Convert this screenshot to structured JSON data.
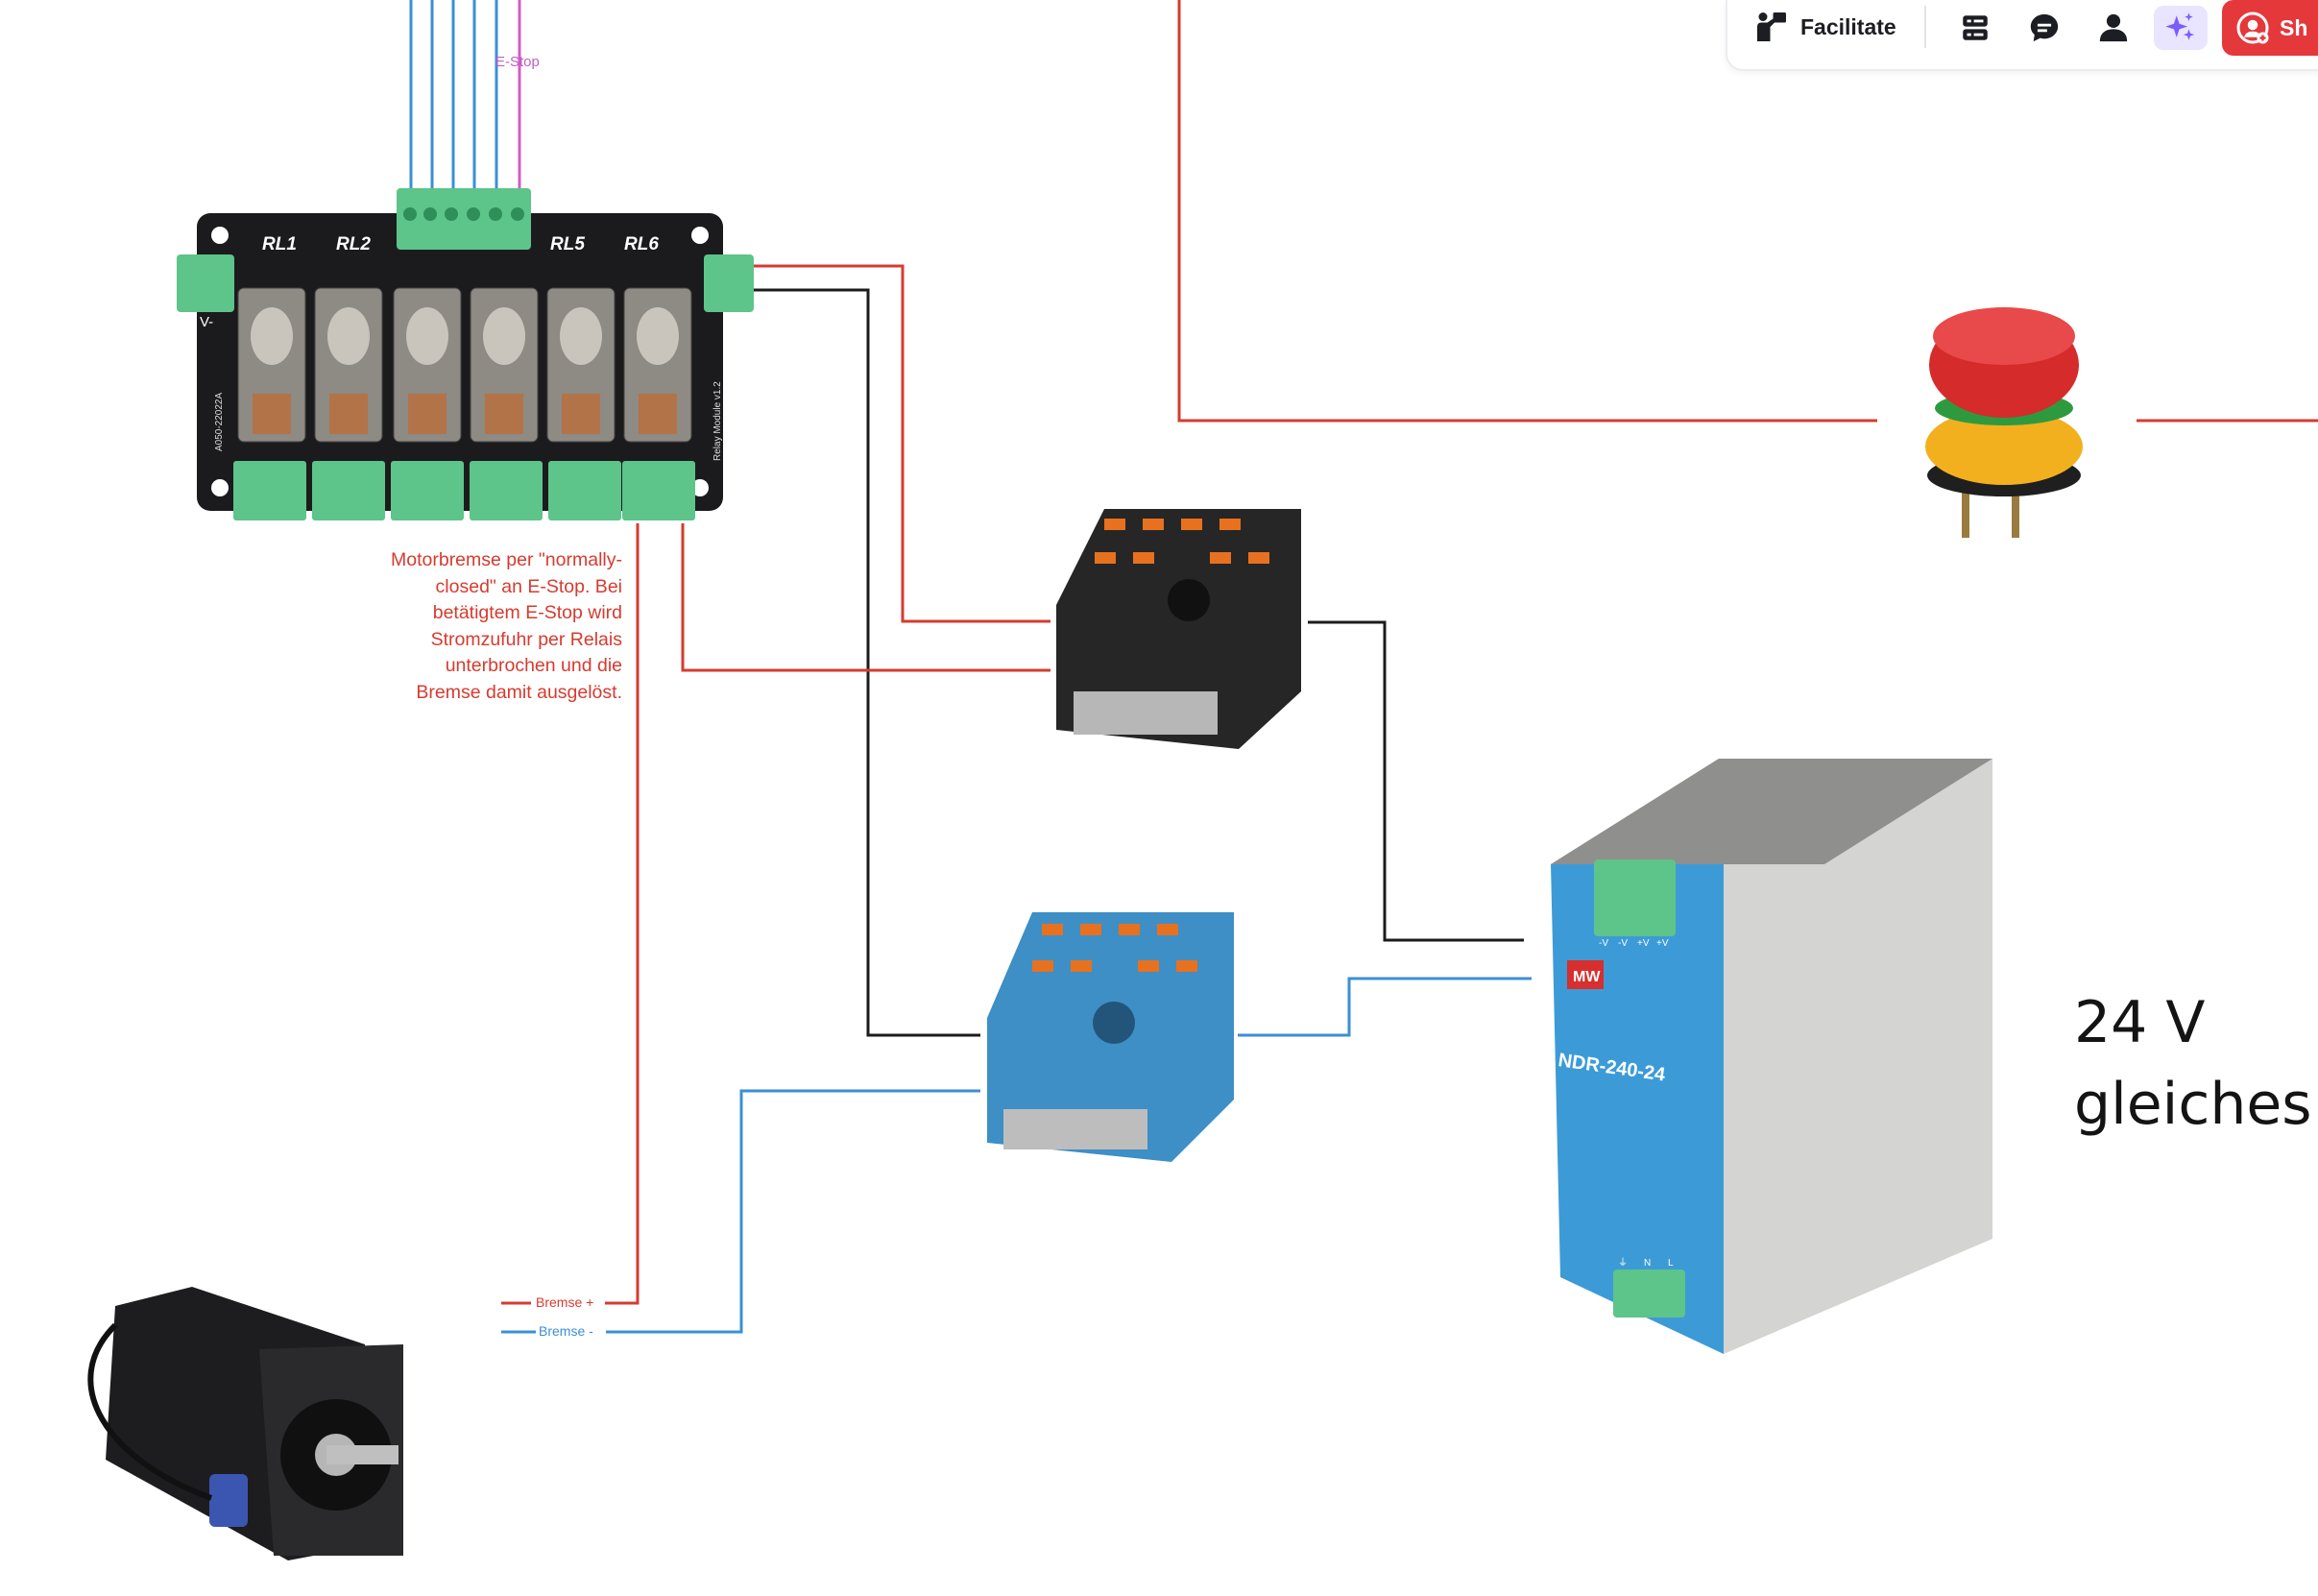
{
  "toolbar": {
    "facilitate_label": "Facilitate",
    "share_label": "Sh",
    "icons": [
      "facilitate-icon",
      "boards-icon",
      "comments-icon",
      "profile-icon",
      "ai-sparkle-icon",
      "share-user-icon"
    ]
  },
  "canvas": {
    "estop_wire_label": "E-Stop",
    "brake_note": "Motorbremse per \"normally-closed\" an E-Stop. Bei betätigtem E-Stop wird Stromzufuhr per Relais unterbrochen und die Bremse damit ausgelöst.",
    "brake_plus_label": "Bremse +",
    "brake_minus_label": "Bremse -",
    "voltage_text": "24 V",
    "note_text": "gleiches",
    "relay_labels": [
      "RL1",
      "RL2",
      "RL5",
      "RL6"
    ],
    "relay_side_label": "V-",
    "relay_board_id": "A050-22022A",
    "relay_board_name": "Relay Module v1.2",
    "psu_model": "NDR-240-24",
    "psu_brand": "MW",
    "psu_terminal_labels": [
      "-V",
      "-V",
      "+V",
      "+V"
    ],
    "psu_bottom_labels": [
      "⏚",
      "N",
      "L"
    ]
  },
  "colors": {
    "red_wire": "#d63b2f",
    "blue_wire": "#3b8fd6",
    "black_wire": "#1c1c1c",
    "magenta_wire": "#d35bc8",
    "estop_cap": "#d62b2b",
    "estop_collar": "#f2b01e",
    "psu_blue": "#3c9bd7",
    "relay_green": "#5dc48a",
    "share_red": "#e5383b",
    "ai_purple": "#7b5cff"
  }
}
